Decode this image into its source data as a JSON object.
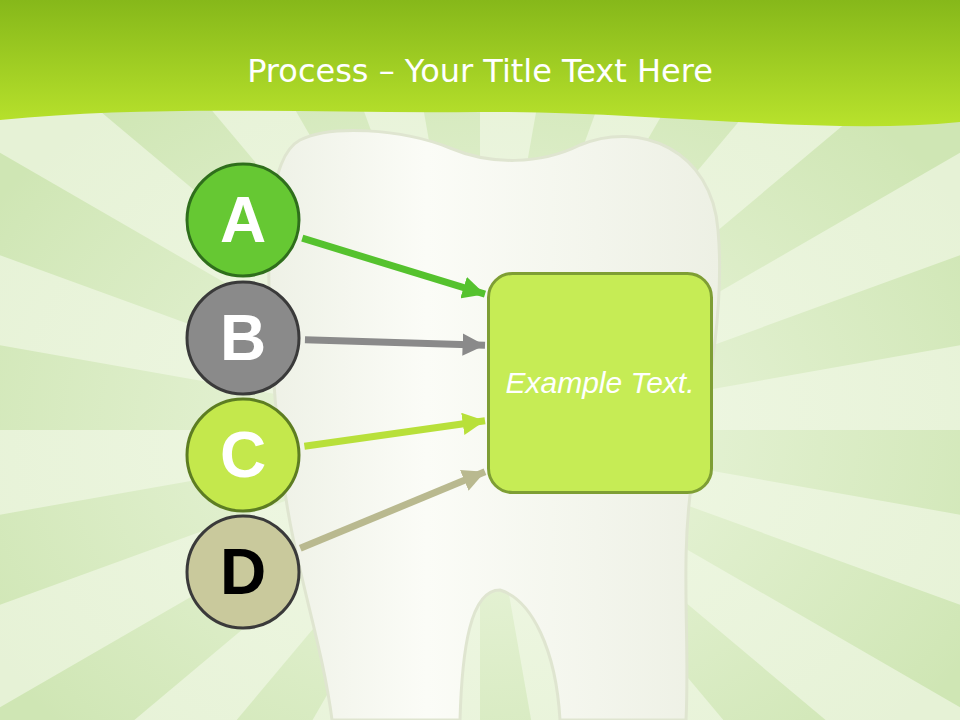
{
  "diagram": {
    "title": "Process – Your Title Text Here",
    "nodes": [
      {
        "text": [
          "A"
        ]
      },
      {
        "text": [
          "B"
        ]
      },
      {
        "text": [
          "C"
        ]
      },
      {
        "text": [
          "D"
        ]
      },
      {
        "text": [
          "Example Text."
        ]
      }
    ],
    "edges": [
      {
        "from": 0,
        "to": 4,
        "arrow": "to"
      },
      {
        "from": 1,
        "to": 4,
        "arrow": "to"
      },
      {
        "from": 2,
        "to": 4,
        "arrow": "to"
      },
      {
        "from": 3,
        "to": 4,
        "arrow": "to"
      }
    ]
  }
}
